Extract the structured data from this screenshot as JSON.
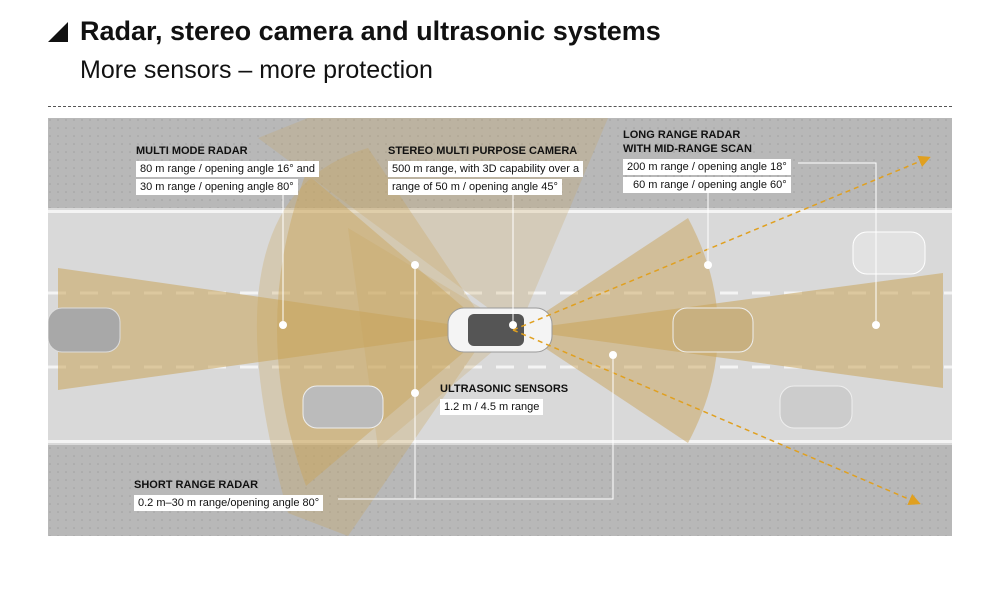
{
  "header": {
    "title": "Radar, stereo camera and ultrasonic systems",
    "subtitle": "More sensors – more protection"
  },
  "labels": {
    "multi_mode": {
      "title": "MULTI MODE RADAR",
      "lines": [
        "80 m range / opening angle 16° and",
        "30 m range / opening angle 80°"
      ]
    },
    "camera": {
      "title": "STEREO MULTI PURPOSE CAMERA",
      "lines": [
        "500 m range, with 3D capability over a",
        "range of 50 m / opening angle 45°"
      ]
    },
    "long_range": {
      "title1": "LONG RANGE RADAR",
      "title2": "WITH MID-RANGE SCAN",
      "lines": [
        "200 m range / opening angle 18°",
        "60 m range / opening angle 60°"
      ]
    },
    "ultrasonic": {
      "title": "ULTRASONIC SENSORS",
      "lines": [
        "1.2 m / 4.5 m range"
      ]
    },
    "short_range": {
      "title": "SHORT RANGE RADAR",
      "lines": [
        "0.2 m–30 m range/opening angle 80°"
      ]
    }
  },
  "colors": {
    "cone": "#c9a45a",
    "arrow": "#e0a020",
    "road": "#d8d8d8",
    "shoulder": "#b5b5b5"
  }
}
